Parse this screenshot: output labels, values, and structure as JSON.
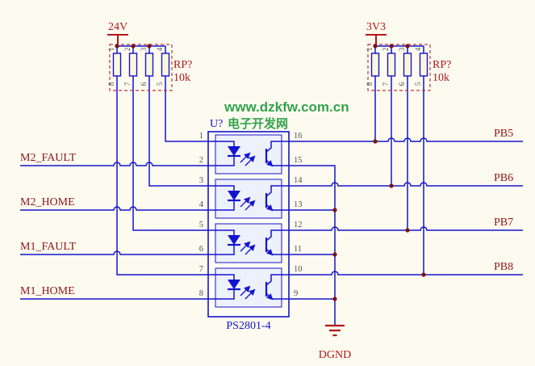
{
  "watermark": {
    "line1": "www.dzkfw.com.cn",
    "line2": "电子开发网"
  },
  "power": {
    "left_rail": "24V",
    "right_rail": "3V3",
    "ground": "DGND"
  },
  "packs": {
    "left": {
      "ref": "RP?",
      "value": "10k",
      "pins_top": [
        "1",
        "2",
        "3",
        "4"
      ],
      "pins_bottom": [
        "8",
        "7",
        "6",
        "5"
      ]
    },
    "right": {
      "ref": "RP?",
      "value": "10k",
      "pins_top": [
        "1",
        "2",
        "3",
        "4"
      ],
      "pins_bottom": [
        "8",
        "7",
        "6",
        "5"
      ]
    }
  },
  "ic": {
    "ref": "U?",
    "part": "PS2801-4",
    "pins_left": [
      "1",
      "2",
      "3",
      "4",
      "5",
      "6",
      "7",
      "8"
    ],
    "pins_right": [
      "16",
      "15",
      "14",
      "13",
      "12",
      "11",
      "10",
      "9"
    ]
  },
  "nets_left": [
    "M2_FAULT",
    "M2_HOME",
    "M1_FAULT",
    "M1_HOME"
  ],
  "nets_right": [
    "PB5",
    "PB6",
    "PB7",
    "PB8"
  ],
  "colors": {
    "background": "#fdfbf0",
    "wire": "#1414cc",
    "junction": "#7a1212",
    "net_label": "#8e1515",
    "power_label": "#b31616",
    "designator": "#1414cc",
    "pin_number": "#50504a",
    "watermark": "#33a24e",
    "pack_box": "#b33b3b",
    "resistor_fill": "#faf7dd",
    "ic_fill": "#fefdf4",
    "channel_fill": "#edf1fc"
  }
}
